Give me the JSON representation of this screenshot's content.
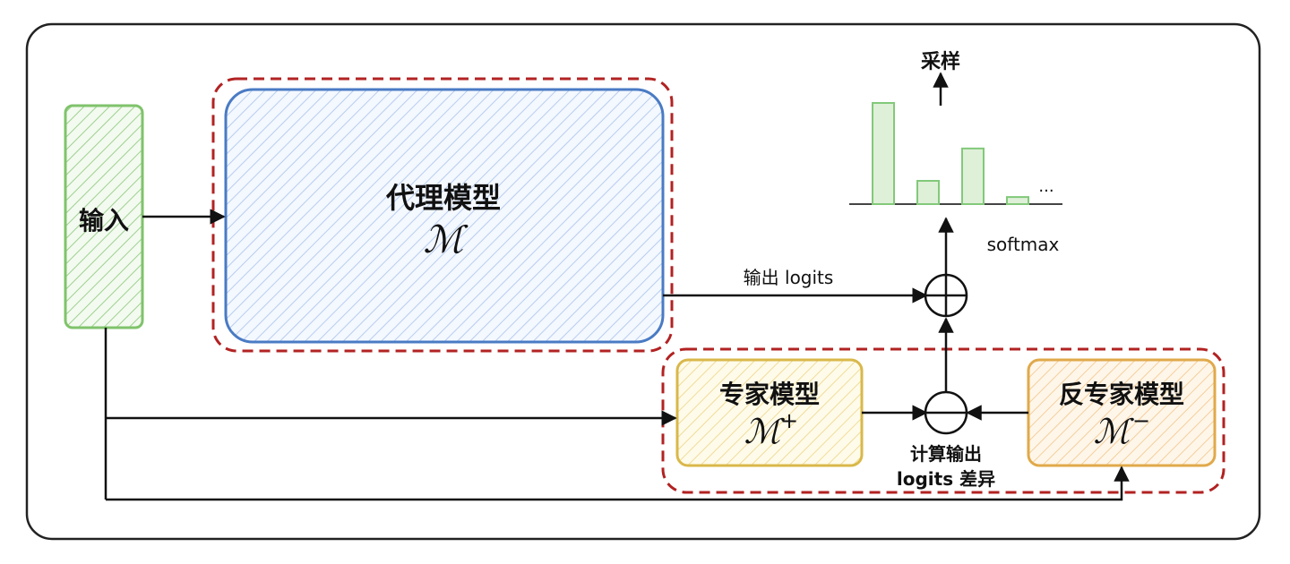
{
  "input": {
    "label": "输入"
  },
  "proxy_model": {
    "label": "代理模型",
    "symbol": "ℳ"
  },
  "expert_model": {
    "label": "专家模型",
    "symbol": "ℳ",
    "sign": "+"
  },
  "anti_expert_model": {
    "label": "反专家模型",
    "symbol": "ℳ",
    "sign": "−"
  },
  "edge_labels": {
    "output_logits": "输出 logits",
    "diff_line1": "计算输出",
    "diff_line2": "logits 差异",
    "softmax": "softmax",
    "sample": "采样",
    "ellipsis": "..."
  },
  "chart_data": {
    "type": "bar",
    "categories": [
      "",
      "",
      "",
      ""
    ],
    "values": [
      100,
      23,
      55,
      7
    ],
    "ylim": [
      0,
      100
    ],
    "grid": false
  },
  "colors": {
    "input": "#7fc36b",
    "proxy": "#4a7bc4",
    "expert": "#d9b84a",
    "anti_expert": "#e0a94a",
    "dashed_group": "#b22222",
    "bars": "#82c97a"
  }
}
